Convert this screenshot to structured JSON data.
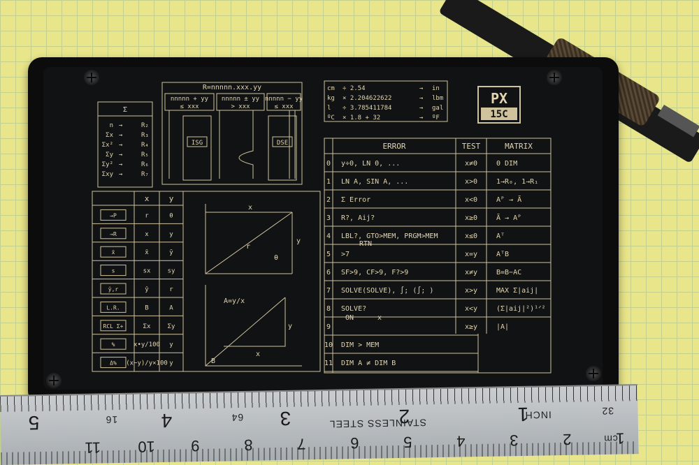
{
  "brand": {
    "top": "PX",
    "bottom": "15C"
  },
  "register_formula": "R=nnnnn.xxx.yy",
  "isg": {
    "condition": "nnnnn + yy",
    "cmp": "≤ xxx",
    "label": "ISG"
  },
  "dse_mid": {
    "condition": "nnnnn ± yy",
    "cmp": "> xxx"
  },
  "dse": {
    "condition": "nnnnn − yy",
    "cmp": "≤ xxx",
    "label": "DSE"
  },
  "stats": {
    "header": "Σ",
    "rows": [
      {
        "a": "n",
        "b": "R₂"
      },
      {
        "a": "Σx",
        "b": "R₃"
      },
      {
        "a": "Σx²",
        "b": "R₄"
      },
      {
        "a": "Σy",
        "b": "R₅"
      },
      {
        "a": "Σy²",
        "b": "R₆"
      },
      {
        "a": "Σxy",
        "b": "R₇"
      }
    ]
  },
  "conversions": [
    {
      "from": "cm",
      "op": "÷ 2.54",
      "to": "in"
    },
    {
      "from": "kg",
      "op": "× 2.204622622",
      "to": "lbm"
    },
    {
      "from": "l",
      "op": "÷ 3.785411784",
      "to": "gal"
    },
    {
      "from": "ºC",
      "op": "× 1.8 + 32",
      "to": "ºF"
    }
  ],
  "errors": {
    "headers": [
      "ERROR",
      "TEST",
      "MATRIX"
    ],
    "rows": [
      {
        "n": "0",
        "err": "y÷0, LN 0, ...",
        "test": "x≠0",
        "mat": "0 DIM"
      },
      {
        "n": "1",
        "err": "LN A, SIN A, ...",
        "test": "x>0",
        "mat": "1→R₀, 1→R₁"
      },
      {
        "n": "2",
        "err": "Σ Error",
        "test": "x<0",
        "mat": "Aᴾ → Ã"
      },
      {
        "n": "3",
        "err": "R?, Aij?",
        "test": "x≥0",
        "mat": "Ã → Aᴾ"
      },
      {
        "n": "4",
        "err": "LBL?, GTO>MEM, PRGM>MEM",
        "test": "x≤0",
        "mat": "Aᵀ"
      },
      {
        "n": "5",
        "err": ">7",
        "test": "x=y",
        "mat": "AᵀB"
      },
      {
        "n": "6",
        "err": "SF>9, CF>9, F?>9",
        "test": "x≠y",
        "mat": "B=B−AC"
      },
      {
        "n": "7",
        "err": "SOLVE(SOLVE), ∫; (∫; )",
        "test": "x>y",
        "mat": "MAX Σ|aij|"
      },
      {
        "n": "8",
        "err": "SOLVE?",
        "test": "x<y",
        "mat": "(Σ|aij|²)¹ᐟ²"
      },
      {
        "n": "9",
        "err": "",
        "test": "x≥y",
        "mat": "|A|"
      },
      {
        "n": "10",
        "err": "DIM > MEM",
        "test": "",
        "mat": ""
      },
      {
        "n": "11",
        "err": "DIM A ≠ DIM B",
        "test": "",
        "mat": ""
      }
    ],
    "key_rtn": "RTN",
    "key_on": "ON",
    "key_x": "x"
  },
  "keys": {
    "headers": [
      "x",
      "y"
    ],
    "rows": [
      {
        "k": "→P",
        "x": "r",
        "y": "θ"
      },
      {
        "k": "→R",
        "x": "x",
        "y": "y"
      },
      {
        "k": "x̄",
        "x": "x̄",
        "y": "ȳ"
      },
      {
        "k": "s",
        "x": "sx",
        "y": "sy"
      },
      {
        "k": "ŷ,r",
        "x": "ŷ",
        "y": "r"
      },
      {
        "k": "L.R.",
        "x": "B",
        "y": "A"
      },
      {
        "k": "RCL Σ+",
        "x": "Σx",
        "y": "Σy"
      },
      {
        "k": "%",
        "x": "x•y/100",
        "y": "y"
      },
      {
        "k": "Δ%",
        "x": "(x−y)/y×100",
        "y": "y"
      }
    ]
  },
  "graph": {
    "lbl_x": "x",
    "lbl_r": "r",
    "lbl_y": "y",
    "lbl_theta": "θ",
    "formula": "A=y/x",
    "lbl_b": "B",
    "lbl_x2": "x",
    "lbl_y2": "y"
  },
  "ruler": {
    "label_steel": "STAINLESS STEEL",
    "label_inch": "INCH",
    "label_cm": "cm",
    "inches": [
      "5",
      "4",
      "3",
      "2",
      "1"
    ],
    "small": [
      "16",
      "64",
      "32"
    ],
    "cms": [
      "11",
      "10",
      "9",
      "8",
      "7",
      "6",
      "5",
      "4",
      "3",
      "2",
      "1"
    ]
  }
}
